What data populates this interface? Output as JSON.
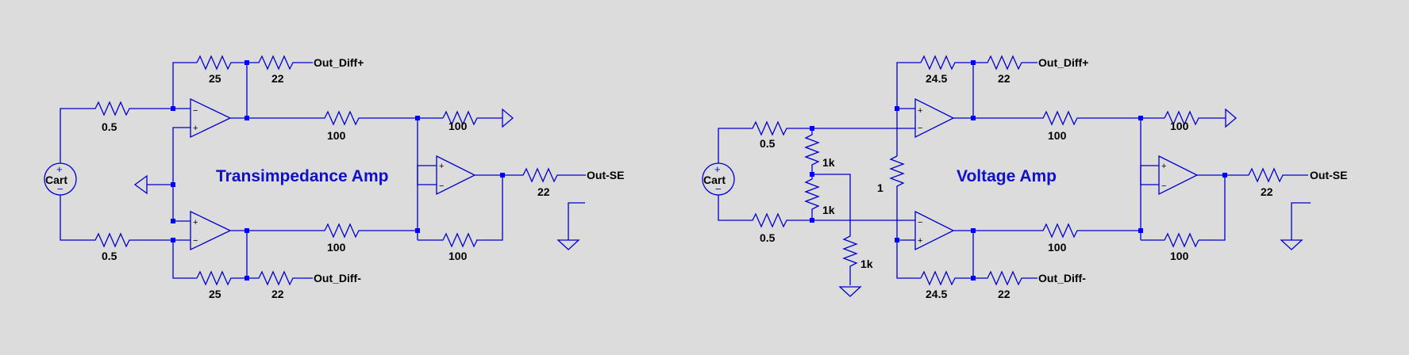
{
  "schematic": {
    "left": {
      "title": "Transimpedance Amp",
      "source": "Cart",
      "r_in_top": "0.5",
      "r_in_bot": "0.5",
      "r_fb_top": "25",
      "r_fb_bot": "25",
      "r_out_top": "22",
      "r_out_bot": "22",
      "r_mid_top": "100",
      "r_mid_bot": "100",
      "r_diff_top": "100",
      "r_diff_bot": "100",
      "r_se": "22",
      "net_diff_pos": "Out_Diff+",
      "net_diff_neg": "Out_Diff-",
      "net_se": "Out-SE"
    },
    "right": {
      "title": "Voltage Amp",
      "source": "Cart",
      "r_in_top": "0.5",
      "r_in_bot": "0.5",
      "r_bias_1": "1k",
      "r_bias_2": "1k",
      "r_bias_3": "1k",
      "r_gain": "1",
      "r_fb_top": "24.5",
      "r_fb_bot": "24.5",
      "r_out_top": "22",
      "r_out_bot": "22",
      "r_mid_top": "100",
      "r_mid_bot": "100",
      "r_diff_top": "100",
      "r_diff_bot": "100",
      "r_se": "22",
      "net_diff_pos": "Out_Diff+",
      "net_diff_neg": "Out_Diff-",
      "net_se": "Out-SE"
    },
    "colors": {
      "wire": "#0000cd",
      "junction": "#0000ff",
      "title": "#1010c8",
      "background": "#dcdcdc"
    }
  }
}
